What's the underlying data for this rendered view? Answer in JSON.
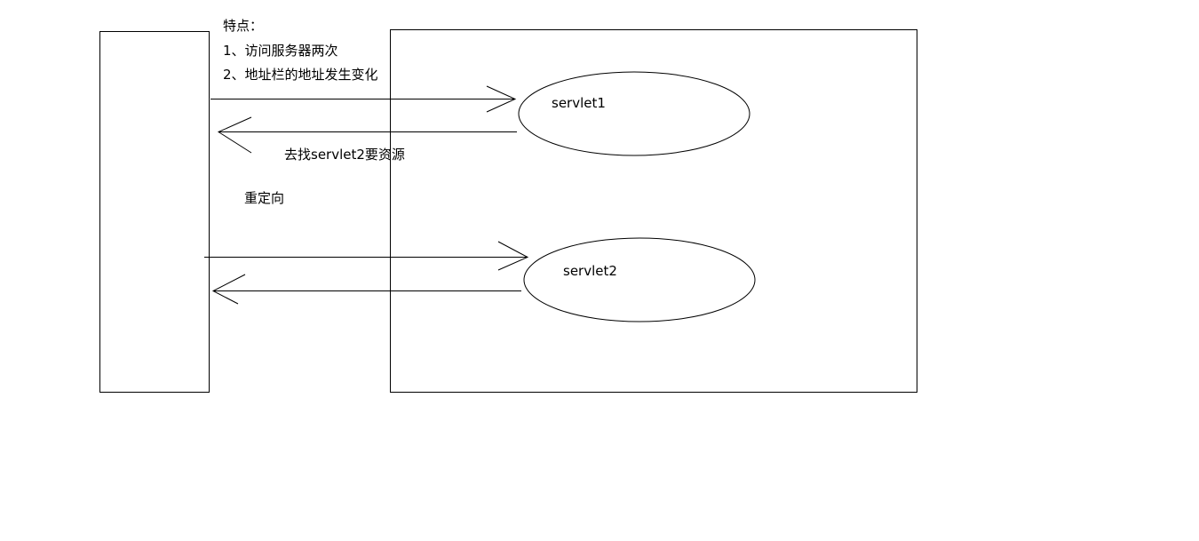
{
  "notes": {
    "title": "特点：",
    "point1": "1、访问服务器两次",
    "point2": "2、地址栏的地址发生变化"
  },
  "servers": {
    "servlet1": "servlet1",
    "servlet2": "servlet2"
  },
  "labels": {
    "redirect_instruction": "去找servlet2要资源",
    "redirect": "重定向"
  },
  "colors": {
    "stroke": "#000000",
    "background": "#ffffff"
  }
}
